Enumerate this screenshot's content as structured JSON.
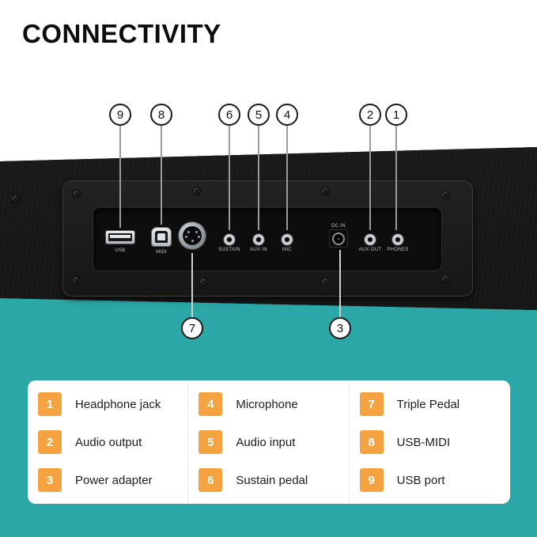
{
  "title": "CONNECTIVITY",
  "colors": {
    "teal": "#2BA7A7",
    "orange": "#F5A240",
    "panel_black": "#141414"
  },
  "callouts": {
    "c1": "1",
    "c2": "2",
    "c3": "3",
    "c4": "4",
    "c5": "5",
    "c6": "6",
    "c7": "7",
    "c8": "8",
    "c9": "9"
  },
  "panel": {
    "port_labels": {
      "usb": "USB",
      "midi": "MIDI",
      "sustain": "SUSTAIN",
      "aux_in": "AUX IN",
      "mic": "MIC",
      "dc": "DC IN",
      "aux_out": "AUX OUT",
      "phones": "PHONES"
    }
  },
  "legend": {
    "items": [
      {
        "num": "1",
        "label": "Headphone jack"
      },
      {
        "num": "2",
        "label": "Audio output"
      },
      {
        "num": "3",
        "label": "Power adapter"
      },
      {
        "num": "4",
        "label": "Microphone"
      },
      {
        "num": "5",
        "label": "Audio input"
      },
      {
        "num": "6",
        "label": "Sustain pedal"
      },
      {
        "num": "7",
        "label": "Triple Pedal"
      },
      {
        "num": "8",
        "label": "USB-MIDI"
      },
      {
        "num": "9",
        "label": "USB port"
      }
    ]
  }
}
